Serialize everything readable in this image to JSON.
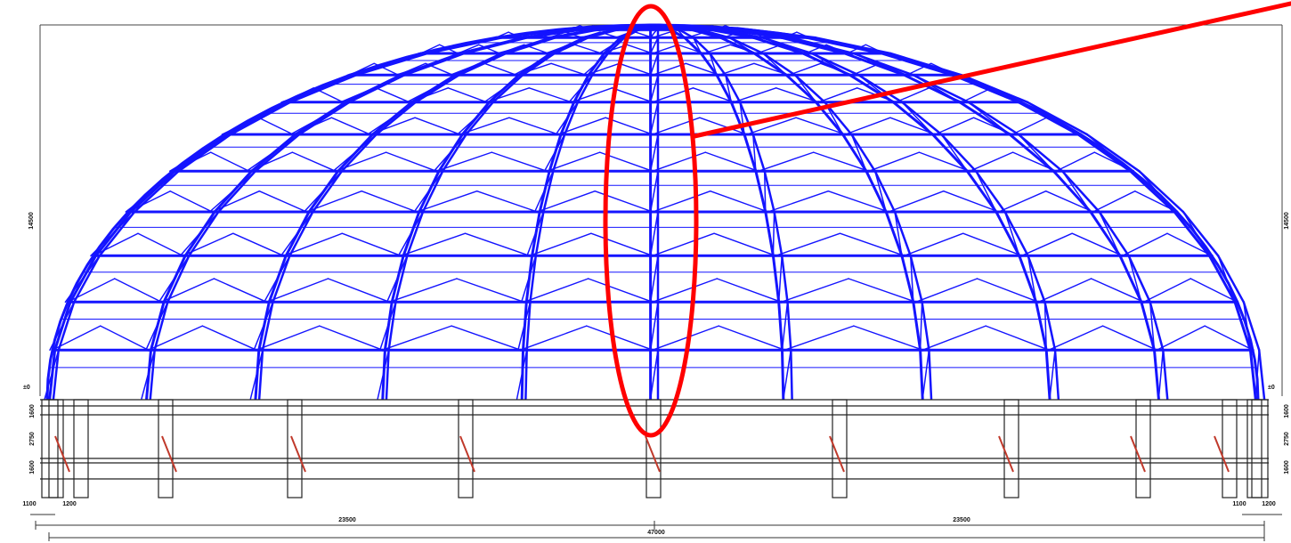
{
  "drawing": {
    "dimensions": {
      "height_left": "14500",
      "height_right": "14500",
      "total_span": "47000",
      "half_span_left": "23500",
      "half_span_right": "23500",
      "top_level_mark": "±0",
      "band_upper": "1600",
      "band_middle": "2750",
      "band_lower": "1600",
      "end_left_a": "1100",
      "end_left_b": "1200",
      "end_right_a": "1100",
      "end_right_b": "1200"
    },
    "colors": {
      "dome_members": "#1414ff",
      "highlight_ellipse": "#ff0000",
      "leader_arrow": "#ff0000",
      "base_structure": "#222222",
      "dimension_lines": "#333333",
      "bracing_accent": "#c0392b"
    },
    "annotation": {
      "shape": "ellipse",
      "target": "central meridian truss",
      "pointer": "leader-line"
    }
  }
}
